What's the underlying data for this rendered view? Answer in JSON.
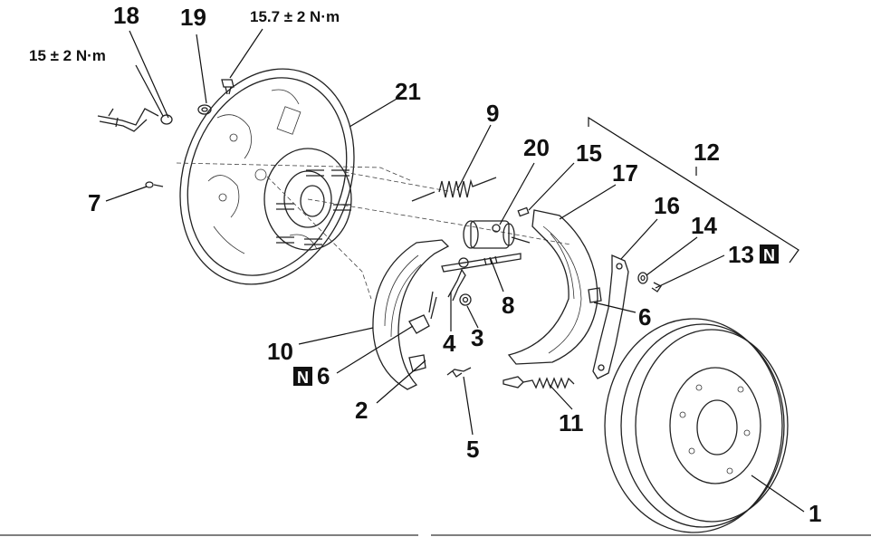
{
  "callouts": {
    "c1": "1",
    "c2": "2",
    "c3": "3",
    "c4": "4",
    "c5": "5",
    "c6a": "6",
    "c6b": "6",
    "c7": "7",
    "c8": "8",
    "c9": "9",
    "c10": "10",
    "c11": "11",
    "c12": "12",
    "c13": "13",
    "c14": "14",
    "c15": "15",
    "c16": "16",
    "c17": "17",
    "c18": "18",
    "c19": "19",
    "c20": "20",
    "c21": "21"
  },
  "torque": {
    "bleeder": "15 ± 2 N·m",
    "wheel_cylinder_bolt": "15.7 ± 2 N·m"
  },
  "non_reusable_mark": "N"
}
